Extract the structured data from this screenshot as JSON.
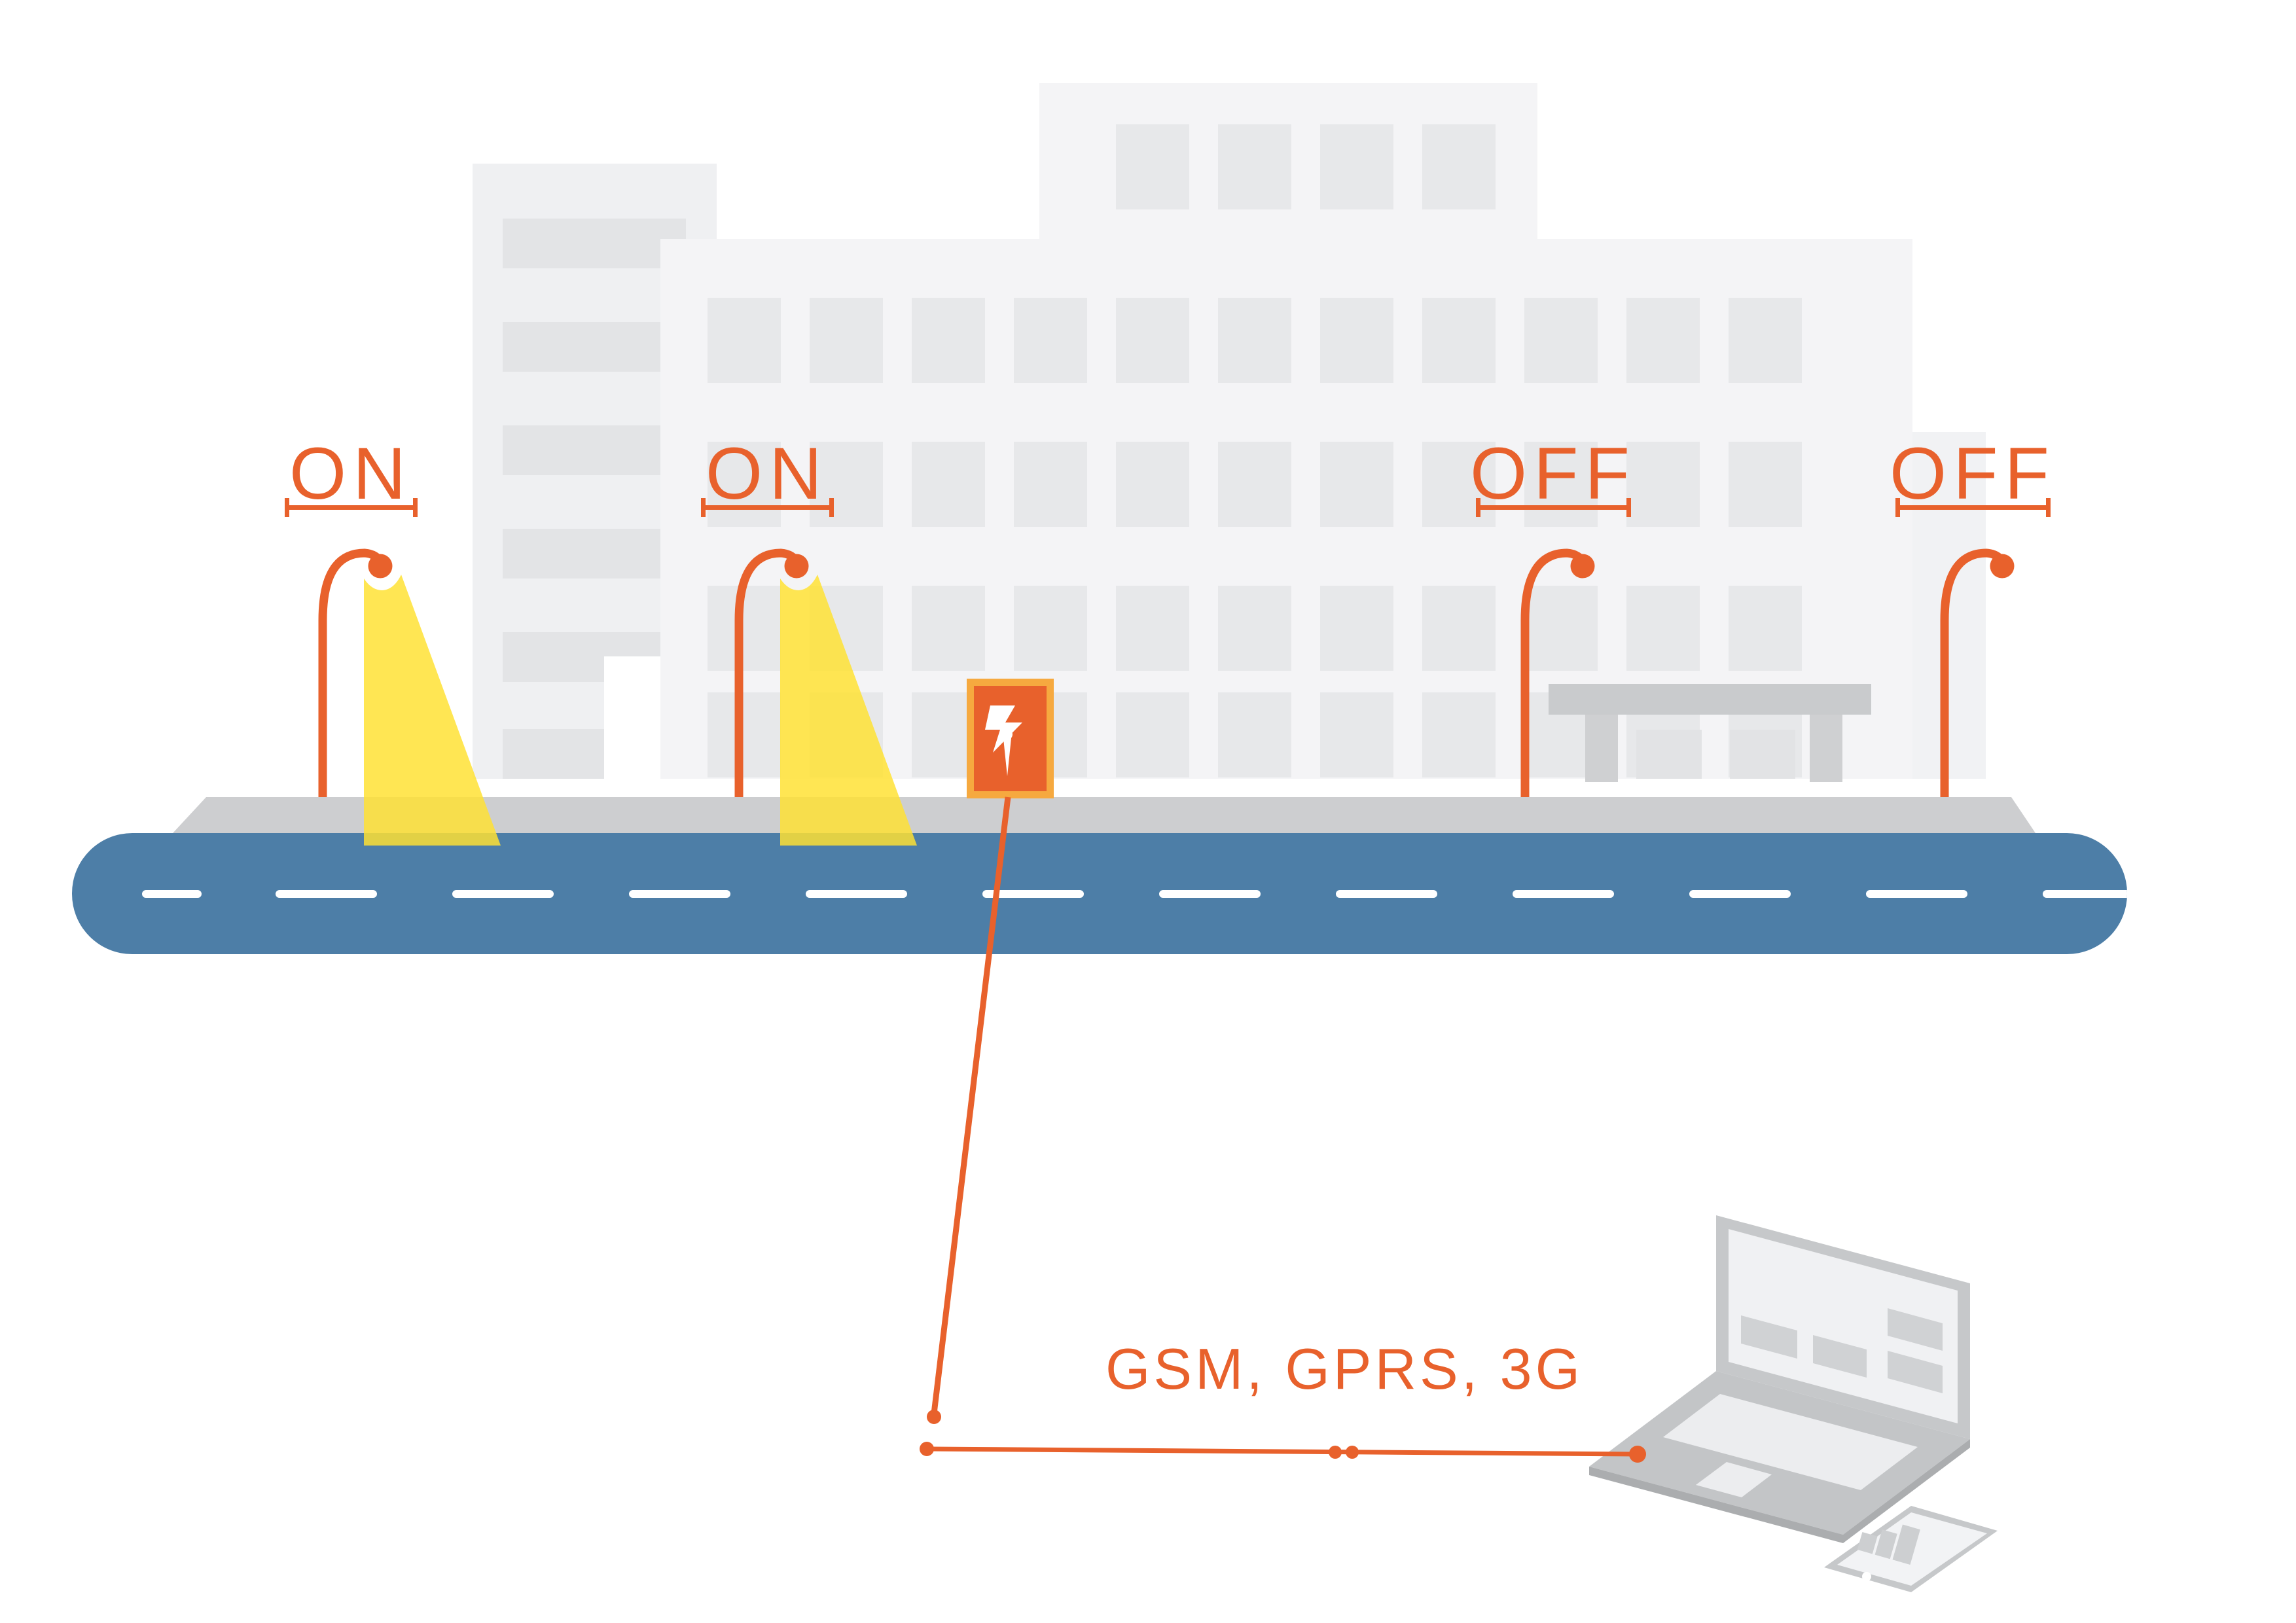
{
  "diagram": {
    "description_of_scene": "smart-street-lighting-infographic",
    "lamps": [
      {
        "id": "lamp-1",
        "label": "ON",
        "state": "on"
      },
      {
        "id": "lamp-2",
        "label": "ON",
        "state": "on"
      },
      {
        "id": "lamp-3",
        "label": "OFF",
        "state": "off"
      },
      {
        "id": "lamp-4",
        "label": "OFF",
        "state": "off"
      }
    ],
    "connection": {
      "label": "GSM, GPRS, 3G"
    },
    "icons": {
      "power_box": "lightning-bolt-icon",
      "lamp": "street-lamp-icon",
      "devices": [
        "laptop-icon",
        "smartphone-icon"
      ]
    },
    "colors": {
      "accent_orange": "#E8612C",
      "amber_border": "#F6A93F",
      "beam_yellow": "#FFE132",
      "road_blue": "#4D7EA7",
      "sidewalk_gray": "#CDCED0",
      "building_gray": "#F4F4F6",
      "device_gray": "#C3C5C7"
    }
  }
}
